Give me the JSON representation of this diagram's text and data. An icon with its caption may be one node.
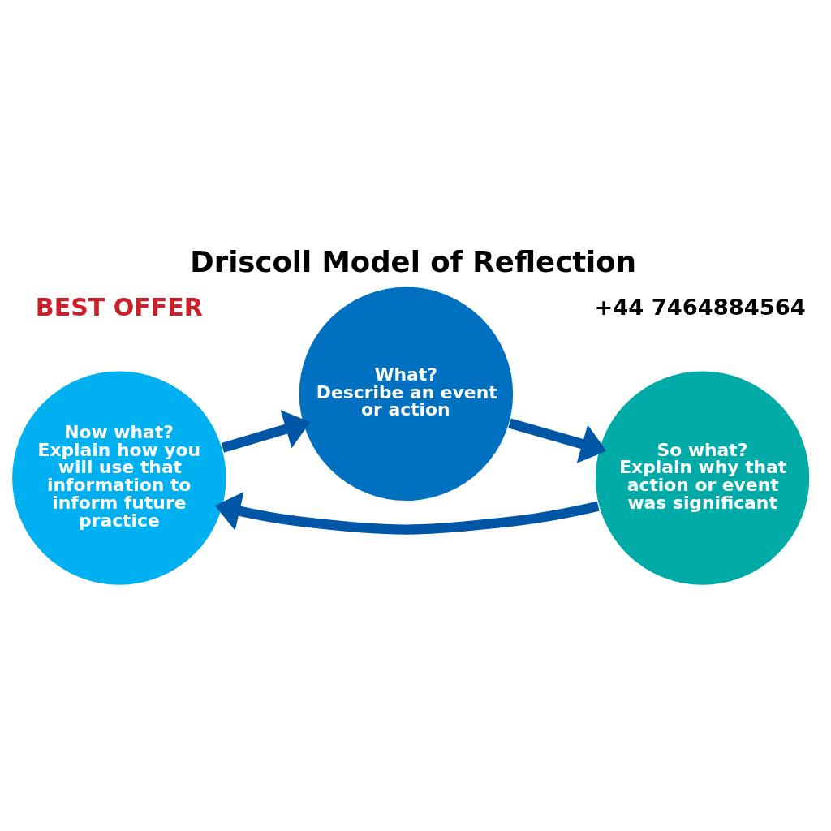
{
  "diagram": {
    "title": "Driscoll Model of Reflection",
    "nodes": [
      {
        "text": [
          "What?",
          "Describe an event or action"
        ]
      },
      {
        "text": [
          "So what?",
          "Explain why that action or event was significant"
        ]
      },
      {
        "text": [
          "Now what?",
          "Explain how you will use that information to inform future practice"
        ]
      }
    ],
    "edges": [
      {
        "from": 0,
        "to": 1,
        "arrow": "to"
      },
      {
        "from": 1,
        "to": 2,
        "arrow": "to"
      },
      {
        "from": 2,
        "to": 0,
        "arrow": "to"
      }
    ],
    "labels": [
      "BEST OFFER",
      "+44 7464884564"
    ]
  }
}
